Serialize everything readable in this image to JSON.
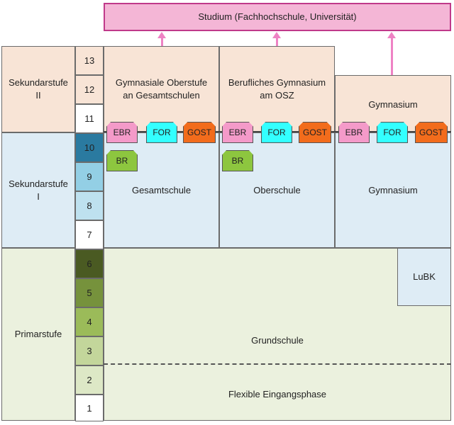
{
  "colors": {
    "studium_fill": "#f4b6d6",
    "studium_border": "#c0398a",
    "arrow": "#ee82c4",
    "sek2_fill": "#f8e4d6",
    "sek1_fill": "#deecf5",
    "primar_fill": "#ebf1de",
    "ebr": "#f49ac9",
    "for": "#33ffff",
    "gost": "#f26c1c",
    "br": "#8dc63f",
    "lubk": "#deecf5"
  },
  "studium": {
    "label": "Studium (Fachhochschule, Universität)"
  },
  "levels": {
    "sek2": "Sekundarstufe\nII",
    "sek1": "Sekundarstufe\nI",
    "primar": "Primarstufe"
  },
  "grades": [
    {
      "label": "13",
      "color": "#f8e4d6"
    },
    {
      "label": "12",
      "color": "#f8e4d6"
    },
    {
      "label": "11",
      "color": "#ffffff"
    },
    {
      "label": "10",
      "color": "#2a7aa0"
    },
    {
      "label": "9",
      "color": "#93cfe5"
    },
    {
      "label": "8",
      "color": "#bee1ef"
    },
    {
      "label": "7",
      "color": "#ffffff"
    },
    {
      "label": "6",
      "color": "#4a5a22"
    },
    {
      "label": "5",
      "color": "#76923c"
    },
    {
      "label": "4",
      "color": "#9bbb59"
    },
    {
      "label": "3",
      "color": "#c3d69b"
    },
    {
      "label": "2",
      "color": "#dde8c6"
    },
    {
      "label": "1",
      "color": "#ffffff"
    }
  ],
  "schools": {
    "gesamt_oberstufe": "Gymnasiale Oberstufe\nan Gesamtschulen",
    "beruf_gymnasium": "Berufliches Gymnasium\nam OSZ",
    "gymnasium_oben": "Gymnasium",
    "gesamtschule": "Gesamtschule",
    "oberschule": "Oberschule",
    "gymnasium_unten": "Gymnasium",
    "lubk": "LuBK",
    "grundschule": "Grundschule",
    "flex": "Flexible Eingangsphase"
  },
  "badges": {
    "ebr": "EBR",
    "for": "FOR",
    "gost": "GOST",
    "br": "BR"
  }
}
